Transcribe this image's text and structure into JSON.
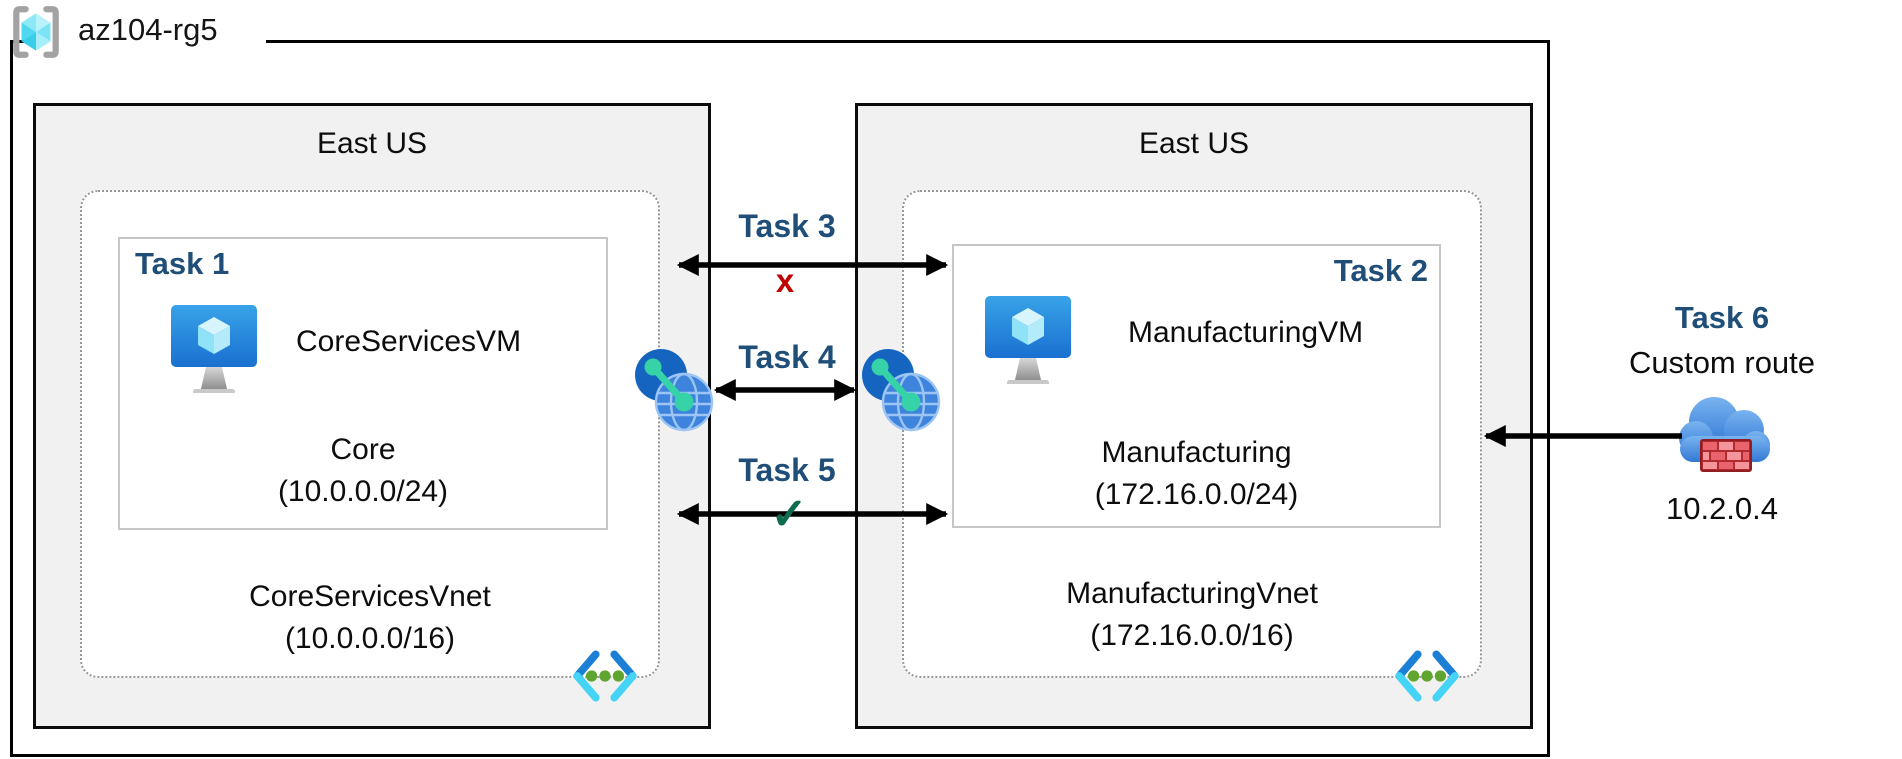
{
  "resource_group": {
    "name": "az104-rg5"
  },
  "regions": [
    {
      "location": "East US",
      "task": "Task 1",
      "vm_name": "CoreServicesVM",
      "subnet_name": "Core",
      "subnet_cidr": "(10.0.0.0/24)",
      "vnet_name": "CoreServicesVnet",
      "vnet_cidr": "(10.0.0.0/16)"
    },
    {
      "location": "East US",
      "task": "Task 2",
      "vm_name": "ManufacturingVM",
      "subnet_name": "Manufacturing",
      "subnet_cidr": "(172.16.0.0/24)",
      "vnet_name": "ManufacturingVnet",
      "vnet_cidr": "(172.16.0.0/16)"
    }
  ],
  "connections": [
    {
      "label": "Task 3",
      "status": "x"
    },
    {
      "label": "Task 4",
      "status": ""
    },
    {
      "label": "Task 5",
      "status": "✓"
    }
  ],
  "custom_route": {
    "task": "Task 6",
    "label": "Custom route",
    "ip": "10.2.0.4"
  },
  "colors": {
    "task_label": "#1f4e79",
    "blocked_mark": "#c00000",
    "allowed_mark": "#0e6b50",
    "region_fill": "#f1f1f1"
  }
}
